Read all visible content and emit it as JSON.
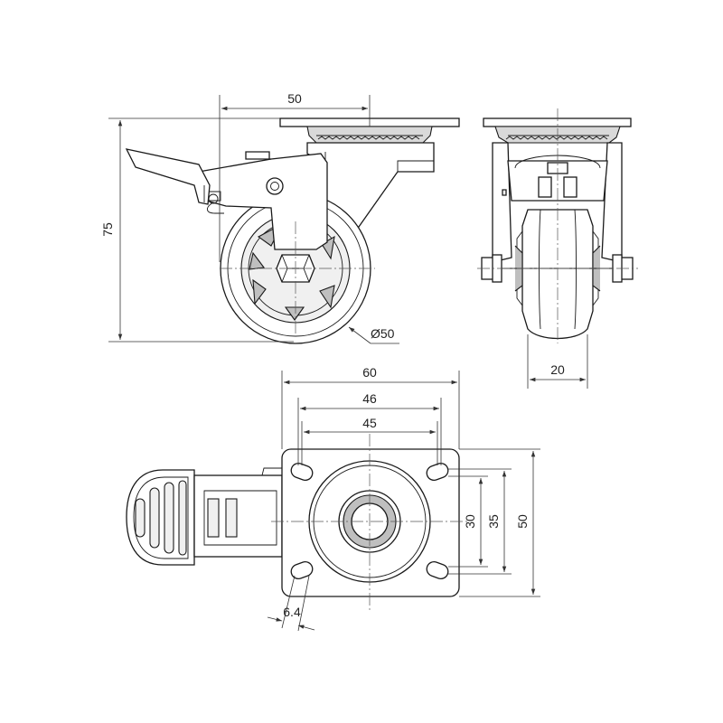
{
  "dimensions": {
    "side_offset": "50",
    "side_height": "75",
    "wheel_diameter": "Ø50",
    "wheel_width": "20",
    "plate_width": "60",
    "hole_span_outer": "46",
    "hole_span_inner": "45",
    "hole_span_v_inner": "30",
    "hole_span_v_outer": "35",
    "plate_height": "50",
    "hole_diameter": "6.4"
  }
}
